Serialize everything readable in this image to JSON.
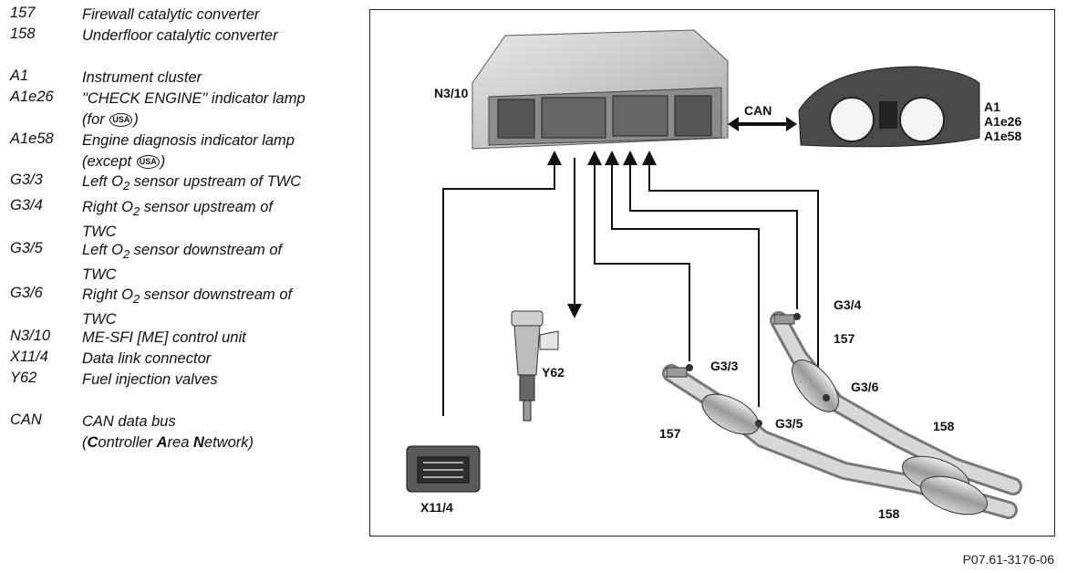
{
  "legend": [
    {
      "code": "157",
      "lines": [
        "Firewall catalytic converter"
      ]
    },
    {
      "code": "158",
      "lines": [
        "Underfloor catalytic converter"
      ]
    },
    {
      "code": "A1",
      "lines": [
        "Instrument cluster"
      ]
    },
    {
      "code": "A1e26",
      "lines": [
        "\"CHECK ENGINE\" indicator lamp",
        "(for",
        ")"
      ],
      "badge": "USA"
    },
    {
      "code": "A1e58",
      "lines": [
        "Engine diagnosis indicator lamp",
        "(except",
        ")"
      ],
      "badge": "USA"
    },
    {
      "code": "G3/3",
      "lines": [
        "Left O",
        "2",
        " sensor upstream of TWC"
      ]
    },
    {
      "code": "G3/4",
      "lines": [
        "Right O",
        "2",
        " sensor upstream of",
        "TWC"
      ]
    },
    {
      "code": "G3/5",
      "lines": [
        "Left O",
        "2",
        " sensor downstream of",
        "TWC"
      ]
    },
    {
      "code": "G3/6",
      "lines": [
        "Right O",
        "2",
        " sensor downstream of",
        "TWC"
      ]
    },
    {
      "code": "N3/10",
      "lines": [
        "ME-SFI [ME] control unit"
      ]
    },
    {
      "code": "X11/4",
      "lines": [
        "Data link connector"
      ]
    },
    {
      "code": "Y62",
      "lines": [
        "Fuel injection valves"
      ]
    },
    {
      "code": "CAN",
      "lines": [
        "CAN data bus",
        "C",
        "ontroller ",
        "A",
        "rea ",
        "N",
        "etwork)"
      ],
      "prefix": "("
    }
  ],
  "diagram": {
    "labels": {
      "n3_10": "N3/10",
      "can": "CAN",
      "a1": "A1",
      "a1e26": "A1e26",
      "a1e58": "A1e58",
      "y62": "Y62",
      "x11_4": "X11/4",
      "g3_3": "G3/3",
      "g3_4": "G3/4",
      "g3_5": "G3/5",
      "g3_6": "G3/6",
      "c157_left": "157",
      "c157_right": "157",
      "c158_right": "158",
      "c158_bottom": "158"
    }
  },
  "figure_ref": "P07.61-3176-06"
}
